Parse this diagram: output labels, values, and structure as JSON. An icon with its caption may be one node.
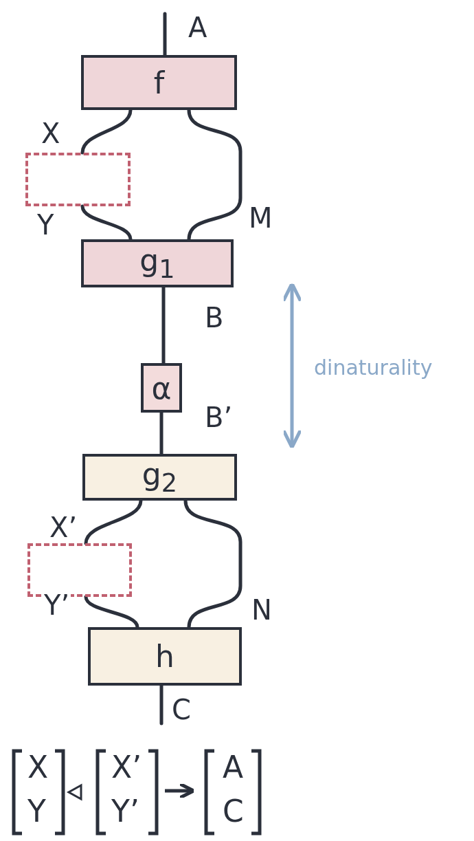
{
  "diagram": {
    "nodes": [
      {
        "text": [
          "f"
        ]
      },
      {
        "text": [],
        "shape": "box"
      },
      {
        "text": [
          "g$_{1}$"
        ]
      },
      {
        "text": [
          "α"
        ]
      },
      {
        "text": [
          "g$_{2}$"
        ]
      },
      {
        "text": [],
        "shape": "box"
      },
      {
        "text": [
          "h"
        ]
      }
    ],
    "edges": [
      {
        "from": null,
        "to": 0,
        "arrow": "none",
        "label": "A"
      },
      {
        "from": 0,
        "to": 1,
        "arrow": "none",
        "label": "X"
      },
      {
        "from": 1,
        "to": 2,
        "arrow": "none",
        "label": "Y"
      },
      {
        "from": 0,
        "to": 2,
        "arrow": "none",
        "label": "M"
      },
      {
        "from": 2,
        "to": 3,
        "arrow": "none",
        "label": "B"
      },
      {
        "from": 3,
        "to": 4,
        "arrow": "none",
        "label": "B’"
      },
      {
        "from": 4,
        "to": 5,
        "arrow": "none",
        "label": "X’"
      },
      {
        "from": 5,
        "to": 6,
        "arrow": "none",
        "label": "Y’"
      },
      {
        "from": 4,
        "to": 6,
        "arrow": "none",
        "label": "N"
      },
      {
        "from": 6,
        "to": null,
        "arrow": "none",
        "label": "C"
      }
    ],
    "labels": [
      "dinaturality",
      "X",
      "Y",
      "X’",
      "Y’",
      "A",
      "C"
    ]
  }
}
